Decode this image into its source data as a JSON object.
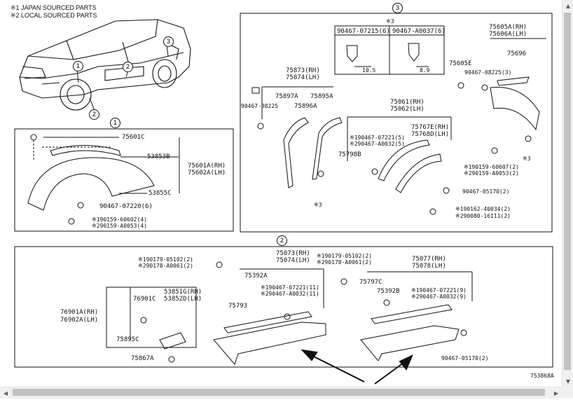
{
  "notes": {
    "japan": "※1 JAPAN SOURCED PARTS",
    "local": "※2 LOCAL SOURCED PARTS"
  },
  "callouts": {
    "c1": "1",
    "c2": "2",
    "c3": "3"
  },
  "box1": {
    "circle": "1",
    "p75601C": "75601C",
    "p53853B": "53853B",
    "p75601A": "75601A(RH)",
    "p75602A": "75602A(LH)",
    "p53855C": "53855C",
    "p90467_07220": "90467-07220(6)",
    "p190159": "※190159-60602(4)",
    "p290159": "※290159-A0053(4)"
  },
  "box3": {
    "circle": "3",
    "clip_note": "※3",
    "clip1_part": "90467-07215(6)",
    "clip2_part": "90467-A0037(6)",
    "dim1": "10.5",
    "dim2": "8.9",
    "p75873": "75873(RH)",
    "p75874": "75874(LH)",
    "p75897A": "75897A",
    "p75895A": "75895A",
    "p90467_08225a": "90467-08225",
    "p75896A": "75896A",
    "p75061": "75061(RH)",
    "p75062": "75062(LH)",
    "p75767E": "75767E(RH)",
    "p75768D": "75768D(LH)",
    "p190467_07221_5": "※190467-07221(5)",
    "p290467_A0032_5": "※290467-A0032(5)",
    "p75798B": "75798B",
    "p90467_05170": "90467-05170(2)",
    "p190162": "※190162-40034(2)",
    "p290080": "※290080-16111(2)",
    "p75605A": "75605A(RH)",
    "p75606A": "75606A(LH)",
    "p75605E": "75605E",
    "p75696": "75696",
    "p90467_08225b": "90467-08225(3)",
    "p190159_r": "※190159-60607(2)",
    "p290159_r": "※290159-A0053(2)",
    "note3a": "※3",
    "note3b": "※3"
  },
  "box2": {
    "circle": "2",
    "p190179a": "※190179-05102(2)",
    "p290178a": "※290178-A0061(2)",
    "p75073": "75073(RH)",
    "p75074": "75074(LH)",
    "p190179b": "※190179-05102(2)",
    "p290178b": "※290178-A0061(2)",
    "p75392A": "75392A",
    "p190467_11": "※190467-07221(11)",
    "p290467_11": "※290467-A0032(11)",
    "p75793": "75793",
    "p76901C": "76901C",
    "p53851G": "53851G(RH)",
    "p53852D": "53852D(LH)",
    "p76901A": "76901A(RH)",
    "p76902A": "76902A(LH)",
    "p75895C": "75895C",
    "p75867A": "75867A",
    "p75077": "75077(RH)",
    "p75078": "75078(LH)",
    "p75797C": "75797C",
    "p75392B": "75392B",
    "p190467_9": "※190467-07221(9)",
    "p290467_9": "※290467-A0032(9)",
    "p90467_05170b": "90467-05170(2)"
  },
  "figure_id": "753868A",
  "scroll": {
    "up": "▲",
    "down": "▼",
    "left": "◀",
    "right": "▶"
  }
}
